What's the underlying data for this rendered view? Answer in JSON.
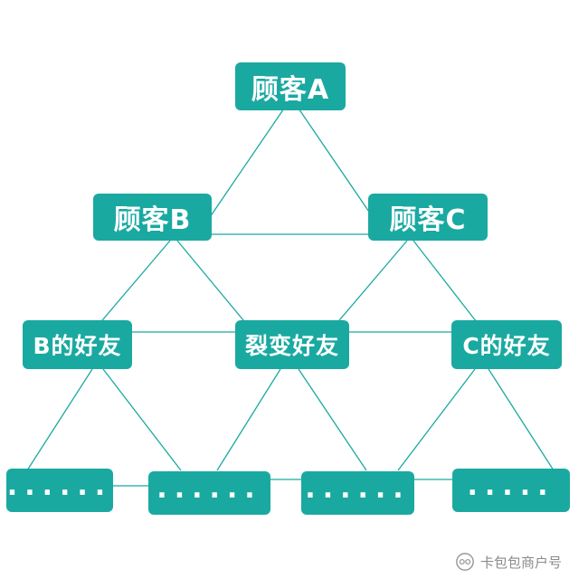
{
  "colors": {
    "node_fill": "#1aa9a1",
    "line": "#1aa9a1",
    "text": "#ffffff",
    "watermark": "#8a8a8a"
  },
  "nodes": {
    "a": "顾客A",
    "b": "顾客B",
    "c": "顾客C",
    "b_friends": "B的好友",
    "fission": "裂变好友",
    "c_friends": "C的好友",
    "leaf1": "......",
    "leaf2": "......",
    "leaf3": "......",
    "leaf4": "....."
  },
  "watermark": {
    "icon": "wechat-official-account-icon",
    "text": "卡包包商户号"
  }
}
